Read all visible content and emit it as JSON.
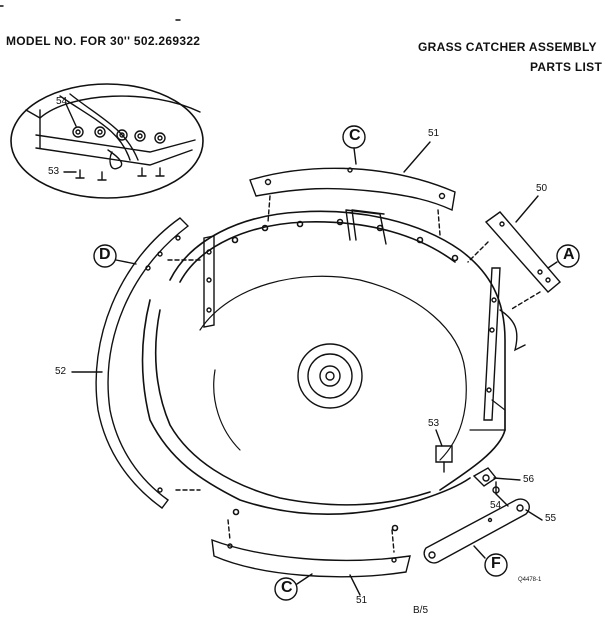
{
  "header": {
    "model_line": "MODEL NO. FOR 30'' 502.269322",
    "title_line1": "GRASS CATCHER ASSEMBLY",
    "title_line2": "PARTS LIST"
  },
  "callouts": {
    "A": "A",
    "C_top": "C",
    "C_bottom": "C",
    "D": "D",
    "F": "F"
  },
  "part_numbers": {
    "p50": "50",
    "p51_top": "51",
    "p51_bottom": "51",
    "p52": "52",
    "p53_main": "53",
    "p53_inset": "53",
    "p54_main": "54",
    "p54_inset": "54",
    "p55": "55",
    "p56": "56"
  },
  "footer": {
    "page": "B/5",
    "drawing_code": "Q4478-1"
  }
}
